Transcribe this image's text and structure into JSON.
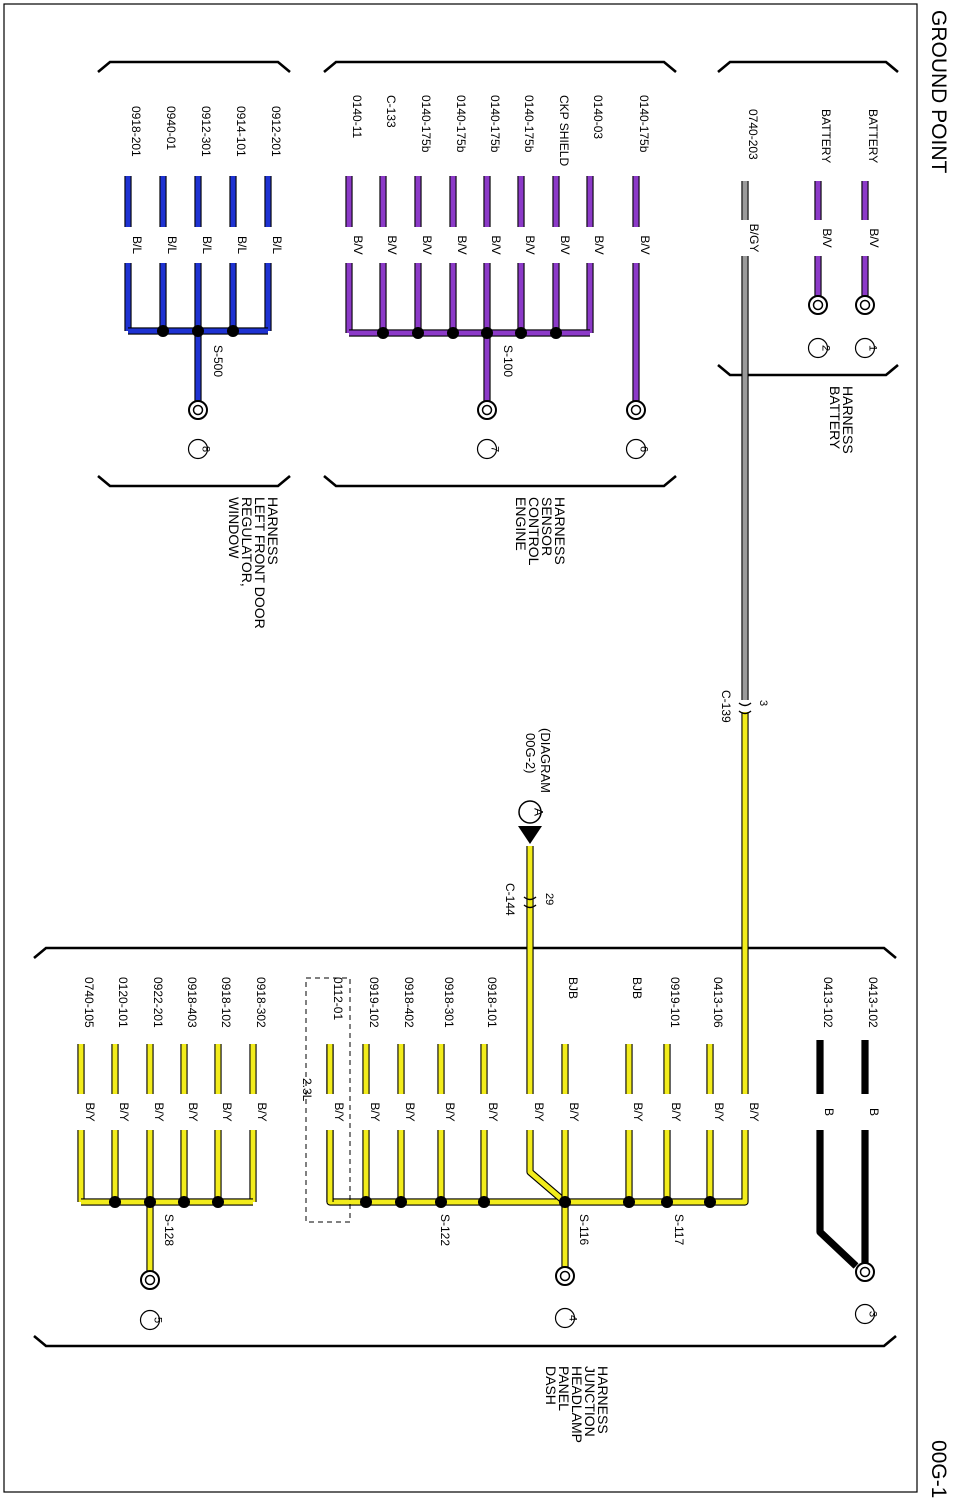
{
  "page": {
    "title": "GROUND POINT",
    "page_id": "00G-1"
  },
  "colors": {
    "purple": "#8c3ac8",
    "blue": "#1e32d2",
    "yellow": "#f2ec1c",
    "gray": "#9a9a9a",
    "black": "#000000"
  },
  "harnesses": {
    "battery": "BATTERY HARNESS",
    "engine": "ENGINE CONTROL SENSOR HARNESS",
    "window": "WINDOW REGULATOR, LEFT FRONT DOOR HARNESS",
    "dash": "DASH PANEL HEADLAMP JUNCTION HARNESS"
  },
  "grounds": [
    "1",
    "2",
    "3",
    "4",
    "5",
    "6",
    "7",
    "8"
  ],
  "splices": {
    "s500": "S-500",
    "s100": "S-100",
    "s116": "S-116",
    "s117": "S-117",
    "s122": "S-122",
    "s128": "S-128"
  },
  "connectors": {
    "c139": {
      "name": "C-139",
      "pin": "3"
    },
    "c144": {
      "name": "C-144",
      "pin": "29"
    }
  },
  "reference": {
    "letter": "A",
    "line1": "(DIAGRAM",
    "line2": "00G-2)"
  },
  "engine_variant": "2.3L",
  "battery_wires": [
    {
      "circuit": "BATTERY",
      "color": "B/V"
    },
    {
      "circuit": "BATTERY",
      "color": "B/V"
    },
    {
      "circuit": "0740-203",
      "color": "B/GY"
    }
  ],
  "engine_wires": [
    {
      "circuit": "0140-175b",
      "color": "B/V"
    },
    {
      "circuit": "0140-03",
      "color": "B/V"
    },
    {
      "circuit": "CKP SHIELD",
      "color": "B/V"
    },
    {
      "circuit": "0140-175b",
      "color": "B/V"
    },
    {
      "circuit": "0140-175b",
      "color": "B/V"
    },
    {
      "circuit": "0140-175b",
      "color": "B/V"
    },
    {
      "circuit": "0140-175b",
      "color": "B/V"
    },
    {
      "circuit": "C-133",
      "color": "B/V"
    },
    {
      "circuit": "0140-11",
      "color": "B/V"
    }
  ],
  "window_wires": [
    {
      "circuit": "0912-201",
      "color": "B/L"
    },
    {
      "circuit": "0914-101",
      "color": "B/L"
    },
    {
      "circuit": "0912-301",
      "color": "B/L"
    },
    {
      "circuit": "0940-01",
      "color": "B/L"
    },
    {
      "circuit": "0918-201",
      "color": "B/L"
    }
  ],
  "dash_black_wires": [
    {
      "circuit": "0413-102",
      "color": "B"
    },
    {
      "circuit": "0413-102",
      "color": "B"
    }
  ],
  "dash_s117_wires": [
    {
      "circuit": "0413-106",
      "color": "B/Y"
    },
    {
      "circuit": "0919-101",
      "color": "B/Y"
    },
    {
      "circuit": "BJB",
      "color": "B/Y"
    },
    {
      "circuit": "BJB",
      "color": "B/Y"
    },
    {
      "circuit": "0918-101",
      "color": "B/Y"
    },
    {
      "circuit": "0918-301",
      "color": "B/Y"
    },
    {
      "circuit": "0918-402",
      "color": "B/Y"
    },
    {
      "circuit": "0919-102",
      "color": "B/Y"
    },
    {
      "circuit": "0112-01",
      "color": "B/Y"
    }
  ],
  "dash_s128_wires": [
    {
      "circuit": "0918-302",
      "color": "B/Y"
    },
    {
      "circuit": "0918-102",
      "color": "B/Y"
    },
    {
      "circuit": "0918-403",
      "color": "B/Y"
    },
    {
      "circuit": "0922-201",
      "color": "B/Y"
    },
    {
      "circuit": "0120-101",
      "color": "B/Y"
    },
    {
      "circuit": "0740-105",
      "color": "B/Y"
    }
  ],
  "main_trunk_color": "B/Y"
}
